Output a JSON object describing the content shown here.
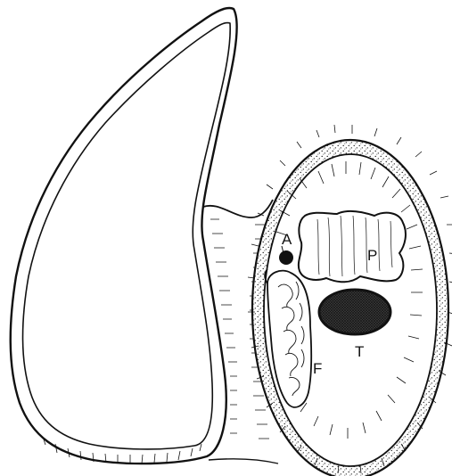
{
  "labels": {
    "a": "A",
    "p": "P",
    "t": "T",
    "f": "F"
  },
  "colors": {
    "ink": "#111111",
    "fill_dark": "#3a3a3a",
    "background": "#ffffff"
  }
}
